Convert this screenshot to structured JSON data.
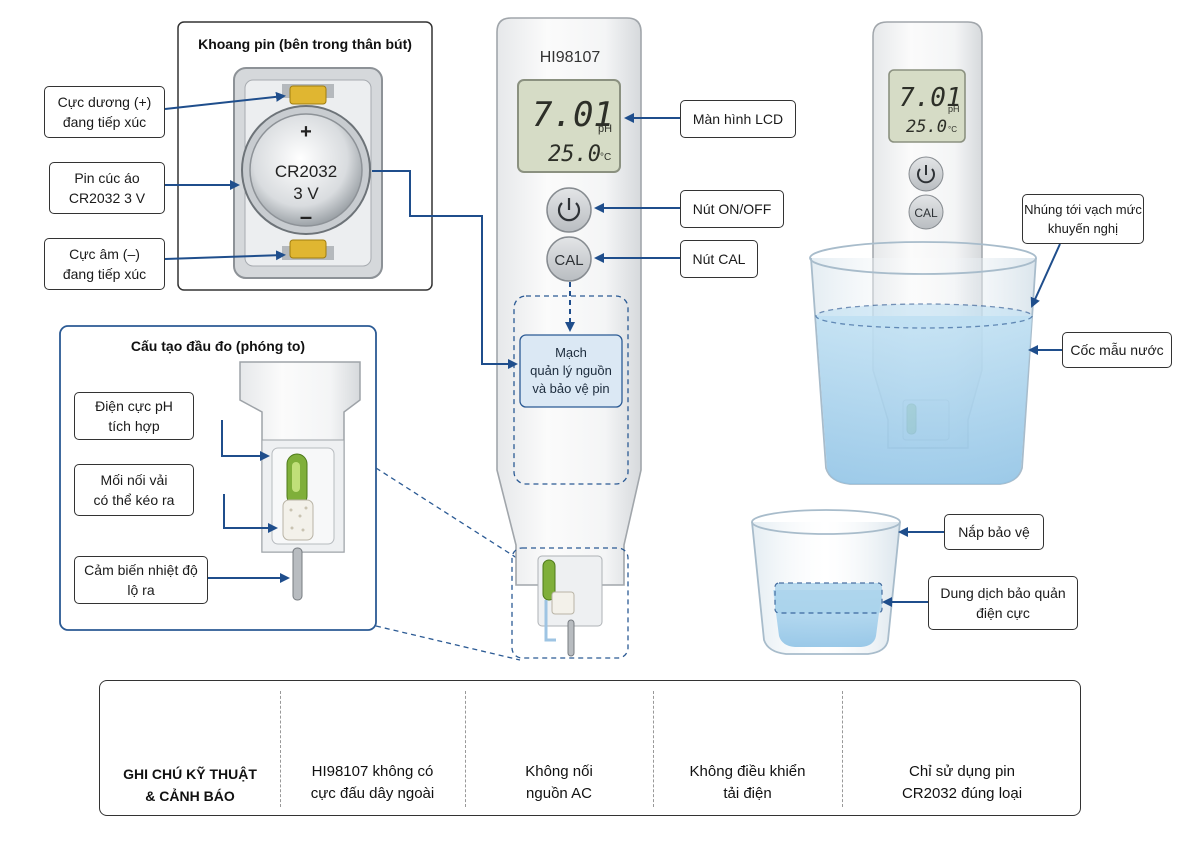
{
  "battery_panel": {
    "title": "Khoang pin (bên trong thân bút)",
    "battery_text_model": "CR2032",
    "battery_text_voltage": "3 V",
    "plus_sign": "+",
    "minus_sign": "–",
    "labels": {
      "positive_contact": "Cực dương (+)\nđang tiếp xúc",
      "coin_cell": "Pin cúc áo\nCR2032 3 V",
      "negative_contact": "Cực âm (–)\nđang tiếp xúc"
    }
  },
  "probe_panel": {
    "title": "Cấu tạo đầu đo (phóng to)",
    "labels": {
      "ph_electrode": "Điện cực pH\ntích hợp",
      "junction": "Mối nối vải\ncó thể kéo ra",
      "temp_sensor": "Cảm biến nhiệt độ\nlộ ra"
    }
  },
  "tester": {
    "model": "HI98107",
    "lcd_ph": "7.01",
    "lcd_ph_unit": "pH",
    "lcd_temp": "25.0",
    "lcd_temp_unit": "°C",
    "cal_button": "CAL",
    "circuit_label": "Mạch\nquản lý nguồn\nvà bảo vệ pin",
    "labels": {
      "lcd": "Màn hình LCD",
      "on_off": "Nút ON/OFF",
      "cal": "Nút CAL"
    }
  },
  "beaker_scene": {
    "lcd_ph": "7.01",
    "lcd_ph_unit": "pH",
    "lcd_temp": "25.0",
    "lcd_temp_unit": "°C",
    "cal_button": "CAL",
    "labels": {
      "immerse": "Nhúng tới vạch mức\nkhuyến nghị",
      "sample_cup": "Cốc mẫu nước"
    }
  },
  "cap_scene": {
    "labels": {
      "cap": "Nắp bảo vệ",
      "storage": "Dung dịch bảo quản\nđiện cực"
    }
  },
  "notes": [
    {
      "icon": "warning-icon",
      "text": "GHI CHÚ KỸ THUẬT\n& CẢNH BÁO"
    },
    {
      "icon": "prohibited-icon",
      "text": "HI98107 không có\ncực đấu dây ngoài"
    },
    {
      "icon": "no-ac-icon",
      "text": "Không nối\nnguồn AC"
    },
    {
      "icon": "no-load-control-icon",
      "text": "Không điều khiển\ntải điện"
    },
    {
      "icon": "coin-battery-check-icon",
      "text": "Chỉ sử dụng pin\nCR2032 đúng loại"
    }
  ],
  "colors": {
    "arrow": "#1f4e8c",
    "panel_blue": "#2b5a94",
    "water": "#a9d3ec",
    "circuit_fill": "#dbe8f4",
    "lcd": "#d6dcc6",
    "check": "#1d4f95"
  }
}
